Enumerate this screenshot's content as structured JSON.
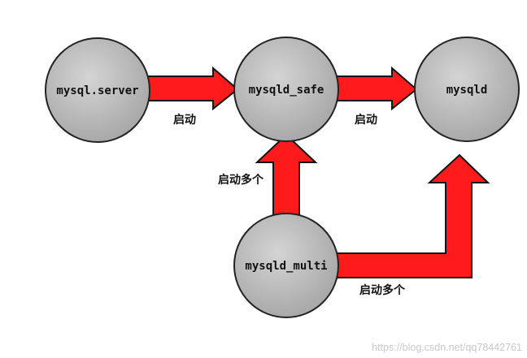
{
  "nodes": {
    "mysql_server": "mysql.server",
    "mysqld_safe": "mysqld_safe",
    "mysqld": "mysqld",
    "mysqld_multi": "mysqld_multi"
  },
  "edges": {
    "server_to_safe": "启动",
    "safe_to_mysqld": "启动",
    "multi_to_safe": "启动多个",
    "multi_to_mysqld": "启动多个"
  },
  "watermark": "https://blog.csdn.net/qq78442761",
  "colors": {
    "arrow_fill": "#ff1b1b",
    "arrow_stroke": "#141414",
    "node_fill": "#bdbdbd",
    "node_stroke": "#222222"
  }
}
